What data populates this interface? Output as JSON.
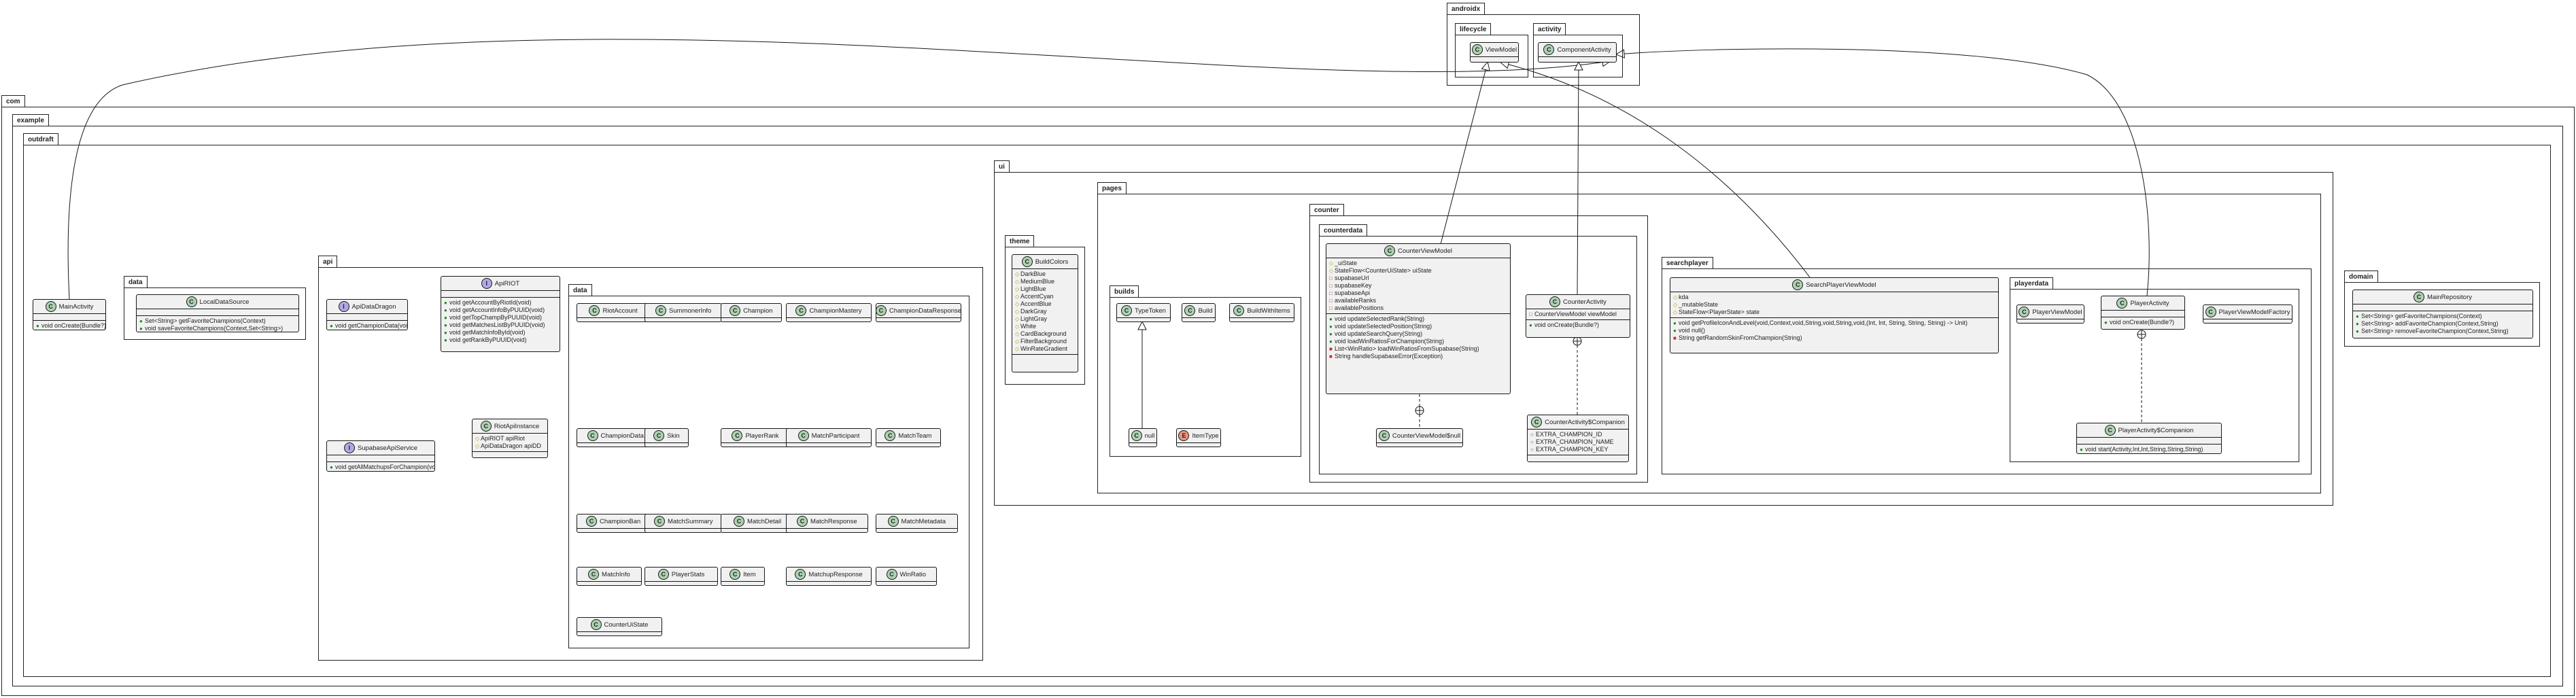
{
  "packages": {
    "androidx": "androidx",
    "lifecycle": "lifecycle",
    "activity": "activity",
    "com": "com",
    "example": "example",
    "outdraft": "outdraft",
    "data": "data",
    "api": "api",
    "api_data": "data",
    "ui": "ui",
    "theme": "theme",
    "pages": "pages",
    "builds": "builds",
    "counter": "counter",
    "counterdata": "counterdata",
    "searchplayer": "searchplayer",
    "playerdata": "playerdata",
    "domain": "domain"
  },
  "classes": {
    "viewmodel": {
      "name": "ViewModel"
    },
    "componentactivity": {
      "name": "ComponentActivity"
    },
    "mainactivity": {
      "name": "MainActivity",
      "methods": [
        "void onCreate(Bundle?)"
      ]
    },
    "localdatasource": {
      "name": "LocalDataSource",
      "methods": [
        "Set<String> getFavoriteChampions(Context)",
        "void saveFavoriteChampions(Context,Set<String>)"
      ]
    },
    "apidatadragon": {
      "name": "ApiDataDragon",
      "methods": [
        "void getChampionData(void)"
      ]
    },
    "apiriot": {
      "name": "ApiRIOT",
      "methods": [
        "void getAccountByRiotId(void)",
        "void getAccountInfoByPUUID(void)",
        "void getTopChampByPUUID(void)",
        "void getMatchesListByPUUID(void)",
        "void getMatchInfoById(void)",
        "void getRankByPUUID(void)"
      ]
    },
    "supabaseapiservice": {
      "name": "SupabaseApiService",
      "methods": [
        "void getAllMatchupsForChampion(void)"
      ]
    },
    "riotapiinstance": {
      "name": "RiotApiInstance",
      "fields": [
        "ApiRIOT apiRiot",
        "ApiDataDragon apiDD"
      ]
    },
    "data_items": [
      "RiotAccount",
      "SummonerInfo",
      "Champion",
      "ChampionMastery",
      "ChampionDataResponse",
      "ChampionData",
      "Skin",
      "PlayerRank",
      "MatchParticipant",
      "MatchTeam",
      "ChampionBan",
      "MatchSummary",
      "MatchDetail",
      "MatchResponse",
      "MatchMetadata",
      "MatchInfo",
      "PlayerStats",
      "Item",
      "MatchupResponse",
      "WinRatio",
      "CounterUiState"
    ],
    "buildcolors": {
      "name": "BuildColors",
      "fields": [
        "DarkBlue",
        "MediumBlue",
        "LightBlue",
        "AccentCyan",
        "AccentBlue",
        "DarkGray",
        "LightGray",
        "White",
        "CardBackground",
        "FilterBackground",
        "WinRateGradient"
      ]
    },
    "typetoken": {
      "name": "TypeToken"
    },
    "build": {
      "name": "Build"
    },
    "buildwithitems": {
      "name": "BuildWithItems"
    },
    "null_cls": {
      "name": "null"
    },
    "itemtype": {
      "name": "ItemType"
    },
    "counterviewmodel": {
      "name": "CounterViewModel",
      "fields": [
        "_uiState",
        "StateFlow<CounterUiState> uiState",
        "supabaseUrl",
        "supabaseKey",
        "supabaseApi",
        "availableRanks",
        "availablePositions"
      ],
      "methods": [
        "void updateSelectedRank(String)",
        "void updateSelectedPosition(String)",
        "void updateSearchQuery(String)",
        "void loadWinRatiosForChampion(String)",
        "List<WinRatio> loadWinRatiosFromSupabase(String)",
        "String handleSupabaseError(Exception)"
      ]
    },
    "counteractivity": {
      "name": "CounterActivity",
      "fields": [
        "CounterViewModel viewModel"
      ],
      "methods": [
        "void onCreate(Bundle?)"
      ]
    },
    "counterviewmodelnull": {
      "name": "CounterViewModel$null"
    },
    "counteractivitycompanion": {
      "name": "CounterActivity$Companion",
      "fields": [
        "EXTRA_CHAMPION_ID",
        "EXTRA_CHAMPION_NAME",
        "EXTRA_CHAMPION_KEY"
      ]
    },
    "searchplayerviewmodel": {
      "name": "SearchPlayerViewModel",
      "fields": [
        "kda",
        "_mutableState",
        "StateFlow<PlayerState> state"
      ],
      "methods": [
        "void getProfileIconAndLevel(void,Context,void,String,void,String,void,(Int, Int, String, String, String) -> Unit)",
        "void null()",
        "String getRandomSkinFromChampion(String)"
      ]
    },
    "playerviewmodel": {
      "name": "PlayerViewModel"
    },
    "playeractivity": {
      "name": "PlayerActivity",
      "methods": [
        "void onCreate(Bundle?)"
      ]
    },
    "playerviewmodelfactory": {
      "name": "PlayerViewModelFactory"
    },
    "playeractivitycompanion": {
      "name": "PlayerActivity$Companion",
      "methods": [
        "void start(Activity,Int,Int,String,String,String)"
      ]
    },
    "mainrepository": {
      "name": "MainRepository",
      "methods": [
        "Set<String> getFavoriteChampions(Context)",
        "Set<String> addFavoriteChampion(Context,String)",
        "Set<String> removeFavoriteChampion(Context,String)"
      ]
    }
  },
  "stereotype_marks": {
    "class": "C",
    "interface": "I",
    "enum": "E"
  },
  "colors": {
    "class_icon": "#add1b2",
    "interface_icon": "#b4a7e5",
    "enum_icon": "#eb937f",
    "class_bg": "#f1f1f1",
    "line": "#181818"
  }
}
